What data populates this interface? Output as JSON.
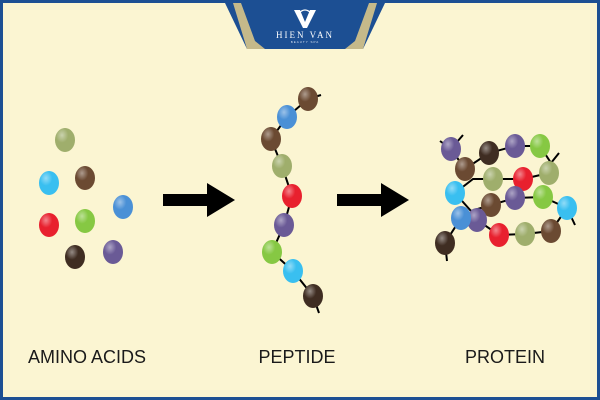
{
  "brand": {
    "name": "HIEN VAN",
    "tagline": "BEAUTY SPA"
  },
  "stages": [
    {
      "id": "amino-acids",
      "label": "AMINO ACIDS"
    },
    {
      "id": "peptide",
      "label": "PEPTIDE"
    },
    {
      "id": "protein",
      "label": "PROTEIN"
    }
  ],
  "colors": {
    "background": "#fbf5d2",
    "border": "#1c4f93",
    "arrow": "#000000",
    "bead_olive": "#9fae6c",
    "bead_brown": "#6b4a32",
    "bead_cyan": "#39bff0",
    "bead_blue": "#4a90d6",
    "bead_red": "#e8202e",
    "bead_green": "#86c843",
    "bead_dark": "#3f2d22",
    "bead_purple": "#6a5a96"
  }
}
